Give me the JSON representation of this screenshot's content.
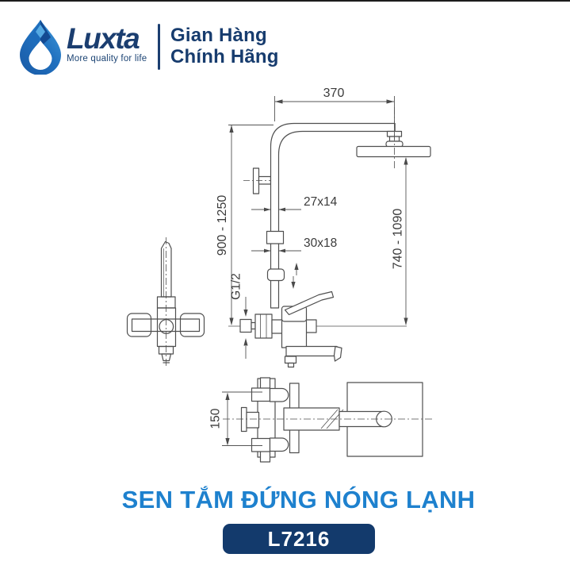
{
  "header": {
    "logo_icon": "water-drop-icon",
    "brand": "Luxta",
    "tagline": "More quality for life",
    "store_line1": "Gian Hàng",
    "store_line2": "Chính Hãng"
  },
  "diagram": {
    "dims": {
      "width_top": "370",
      "pole_range": "900 - 1250",
      "head_range": "740 - 1090",
      "pipe_upper": "27x14",
      "pipe_lower": "30x18",
      "thread": "G1/2",
      "inlet_span": "150"
    }
  },
  "footer": {
    "title": "SEN TẮM ĐỨNG NÓNG LẠNH",
    "code": "L7216"
  },
  "colors": {
    "brand_navy": "#1b3e70",
    "title_blue": "#1e81ce",
    "badge_navy": "#133a6c",
    "drawing_line": "#4f4f4f"
  }
}
